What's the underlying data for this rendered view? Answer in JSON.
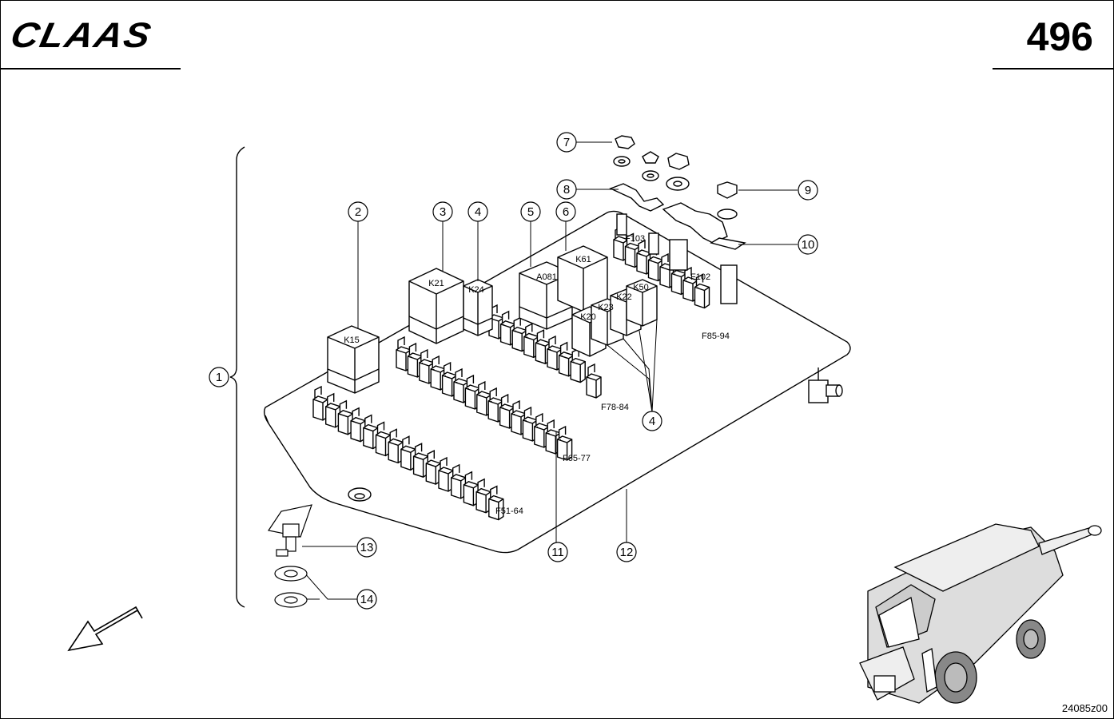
{
  "header": {
    "brand": "CLAAS",
    "page_number": "496"
  },
  "footer": {
    "drawing_code": "24085z00"
  },
  "callouts": {
    "c1": "1",
    "c2": "2",
    "c3": "3",
    "c4a": "4",
    "c4b": "4",
    "c5": "5",
    "c6": "6",
    "c7": "7",
    "c8": "8",
    "c9": "9",
    "c10": "10",
    "c11": "11",
    "c12": "12",
    "c13": "13",
    "c14": "14"
  },
  "relays": {
    "k15": "K15",
    "k21": "K21",
    "k24": "K24",
    "a081": "A081",
    "k61": "K61",
    "k50": "K50",
    "k22": "K22",
    "k23": "K23",
    "k20": "K20"
  },
  "fuse_labels": {
    "f103": "F103",
    "f102": "F102",
    "f85_94": "F85-94",
    "f78_84": "F78-84",
    "f65_77": "F65-77",
    "f51_64": "F51-64"
  }
}
